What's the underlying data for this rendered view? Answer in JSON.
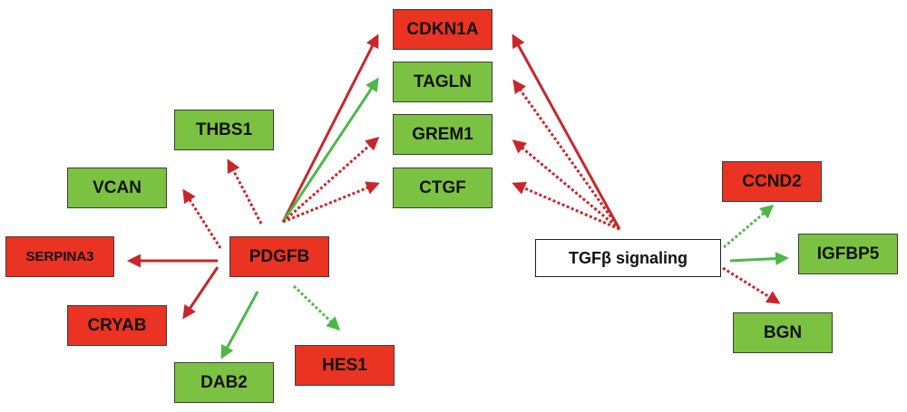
{
  "colors": {
    "red": "#ea3322",
    "green": "#7cc242",
    "white": "#ffffff",
    "arrow_red": "#c8262b",
    "arrow_green": "#4db848"
  },
  "nodes": {
    "cdkn1a": {
      "label": "CDKN1A",
      "color": "red"
    },
    "tagln": {
      "label": "TAGLN",
      "color": "green"
    },
    "grem1": {
      "label": "GREM1",
      "color": "green"
    },
    "ctgf": {
      "label": "CTGF",
      "color": "green"
    },
    "thbs1": {
      "label": "THBS1",
      "color": "green"
    },
    "vcan": {
      "label": "VCAN",
      "color": "green"
    },
    "serpina3": {
      "label": "SERPINA3",
      "color": "red"
    },
    "pdgfb": {
      "label": "PDGFB",
      "color": "red"
    },
    "cryab": {
      "label": "CRYAB",
      "color": "red"
    },
    "dab2": {
      "label": "DAB2",
      "color": "green"
    },
    "hes1": {
      "label": "HES1",
      "color": "red"
    },
    "tgfb": {
      "label": "TGFβ signaling",
      "color": "white"
    },
    "ccnd2": {
      "label": "CCND2",
      "color": "red"
    },
    "igfbp5": {
      "label": "IGFBP5",
      "color": "green"
    },
    "bgn": {
      "label": "BGN",
      "color": "green"
    }
  },
  "edges": [
    {
      "from": "pdgfb",
      "to": "cdkn1a",
      "color": "red",
      "style": "solid"
    },
    {
      "from": "pdgfb",
      "to": "tagln",
      "color": "green",
      "style": "solid"
    },
    {
      "from": "pdgfb",
      "to": "grem1",
      "color": "red",
      "style": "dotted"
    },
    {
      "from": "pdgfb",
      "to": "ctgf",
      "color": "red",
      "style": "dotted"
    },
    {
      "from": "pdgfb",
      "to": "thbs1",
      "color": "red",
      "style": "dotted"
    },
    {
      "from": "pdgfb",
      "to": "vcan",
      "color": "red",
      "style": "dotted"
    },
    {
      "from": "pdgfb",
      "to": "serpina3",
      "color": "red",
      "style": "solid"
    },
    {
      "from": "pdgfb",
      "to": "cryab",
      "color": "red",
      "style": "solid"
    },
    {
      "from": "pdgfb",
      "to": "dab2",
      "color": "green",
      "style": "solid"
    },
    {
      "from": "pdgfb",
      "to": "hes1",
      "color": "green",
      "style": "dotted"
    },
    {
      "from": "tgfb",
      "to": "cdkn1a",
      "color": "red",
      "style": "solid"
    },
    {
      "from": "tgfb",
      "to": "tagln",
      "color": "red",
      "style": "dotted"
    },
    {
      "from": "tgfb",
      "to": "grem1",
      "color": "red",
      "style": "dotted"
    },
    {
      "from": "tgfb",
      "to": "ctgf",
      "color": "red",
      "style": "dotted"
    },
    {
      "from": "tgfb",
      "to": "ccnd2",
      "color": "green",
      "style": "dotted"
    },
    {
      "from": "tgfb",
      "to": "igfbp5",
      "color": "green",
      "style": "solid"
    },
    {
      "from": "tgfb",
      "to": "bgn",
      "color": "red",
      "style": "dotted"
    }
  ]
}
